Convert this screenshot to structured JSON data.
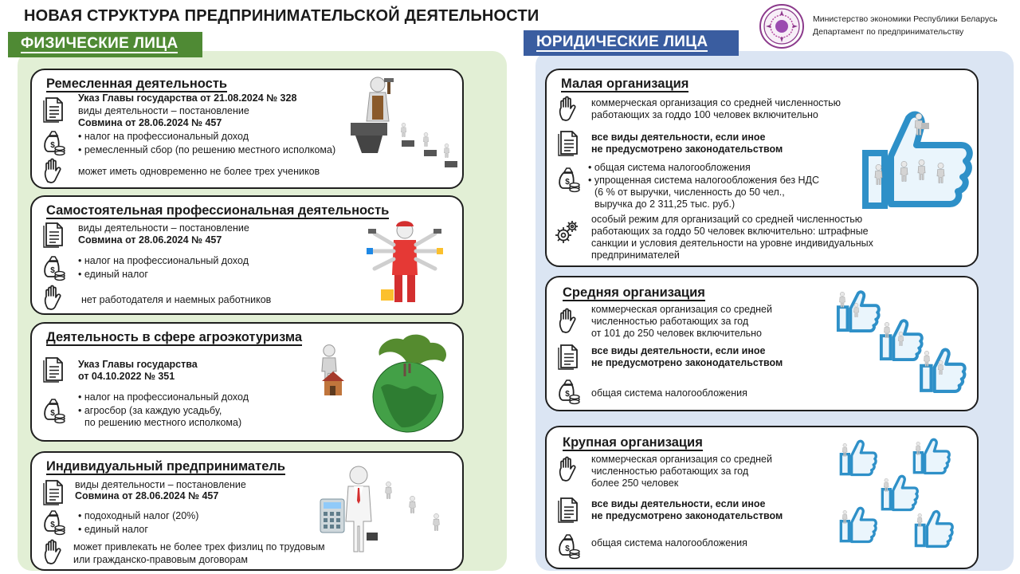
{
  "page_title": "НОВАЯ СТРУКТУРА ПРЕДПРИНИМАТЕЛЬСКОЙ ДЕЯТЕЛЬНОСТИ",
  "ministry": {
    "line1": "Министерство экономики Республики Беларусь",
    "line2": "Департамент по предпринимательству"
  },
  "left": {
    "tab": "ФИЗИЧЕСКИЕ ЛИЦА",
    "crafts": {
      "title": "Ремесленная деятельность",
      "doc1": "Указ Главы государства от 21.08.2024 № 328",
      "doc2": "виды деятельности – постановление",
      "doc3": "Совмина от 28.06.2024 № 457",
      "tax1": "• налог на профессиональный доход",
      "tax2": "• ремесленный сбор  (по решению местного исполкома)",
      "hand": "может иметь одновременно не более трех учеников"
    },
    "selfemp": {
      "title": "Самостоятельная профессиональная деятельность",
      "doc1": "виды деятельности – постановление",
      "doc2": "Совмина от 28.06.2024 № 457",
      "tax1": "• налог на профессиональный доход",
      "tax2": "• единый налог",
      "hand": "нет работодателя и наемных работников"
    },
    "agro": {
      "title": "Деятельность в сфере агроэкотуризма",
      "doc1": "Указ Главы государства",
      "doc2": "от 04.10.2022 № 351",
      "tax1": "• налог на профессиональный доход",
      "tax2": "• агросбор (за каждую усадьбу,",
      "tax3": "по решению местного исполкома)"
    },
    "ip": {
      "title": "Индивидуальный предприниматель",
      "doc1": "виды деятельности – постановление",
      "doc2": "Совмина от 28.06.2024 № 457",
      "tax1": "• подоходный налог (20%)",
      "tax2": "• единый налог",
      "hand1": "может привлекать не более трех физлиц по трудовым",
      "hand2": "или гражданско-правовым договорам"
    }
  },
  "right": {
    "tab": "ЮРИДИЧЕСКИЕ ЛИЦА",
    "small": {
      "title": "Малая организация",
      "hand1": "коммерческая организация со средней численностью",
      "hand2": "работающих за годдо 100 человек включительно",
      "doc1": "все виды деятельности, если иное",
      "doc2": "не предусмотрено законодательством",
      "tax1": "• общая система налогообложения",
      "tax2": "• упрощенная система налогообложения без НДС",
      "tax3": "(6 % от выручки, численность до 50 чел.,",
      "tax4": "выручка до 2 311,25 тыс. руб.)",
      "gear1": "особый режим для организаций со средней численностью",
      "gear2": "работающих за годдо 50 человек включительно: штрафные",
      "gear3": "санкции и условия деятельности на уровне индивидуальных",
      "gear4": "предпринимателей"
    },
    "medium": {
      "title": "Средняя организация",
      "hand1": "коммерческая организация со средней",
      "hand2": "численностью работающих за год",
      "hand3": "от 101 до 250 человек включительно",
      "doc1": "все виды деятельности, если иное",
      "doc2": "не предусмотрено законодательством",
      "tax": "общая система налогообложения"
    },
    "large": {
      "title": "Крупная организация",
      "hand1": "коммерческая организация со средней",
      "hand2": "численностью работающих за год",
      "hand3": "более 250 человек",
      "doc1": "все виды деятельности, если иное",
      "doc2": "не предусмотрено законодательством",
      "tax": "общая система налогообложения"
    }
  }
}
